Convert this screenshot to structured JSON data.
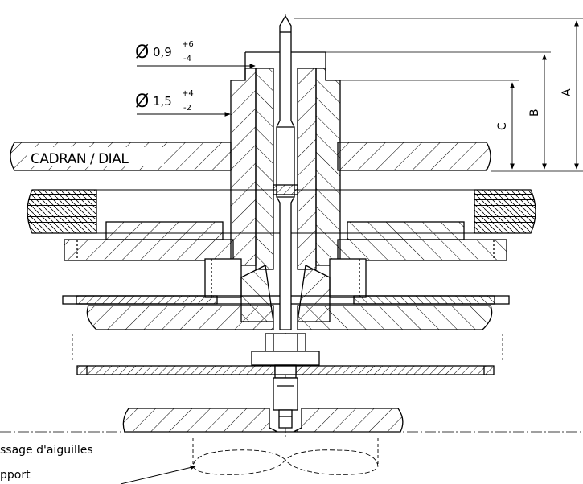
{
  "dimensions": {
    "small_bore": {
      "symbol": "Ø",
      "value": "0,9",
      "tol_upper": "+6",
      "tol_lower": "-4"
    },
    "large_bore": {
      "symbol": "Ø",
      "value": "1,5",
      "tol_upper": "+4",
      "tol_lower": "-2"
    },
    "height_a": "A",
    "height_b": "B",
    "height_c": "C"
  },
  "labels": {
    "dial": "CADRAN / DIAL",
    "hand_setting_line": "ssage d'aiguilles",
    "support_line": "pport"
  },
  "colors": {
    "line": "#000000",
    "background": "#ffffff"
  }
}
